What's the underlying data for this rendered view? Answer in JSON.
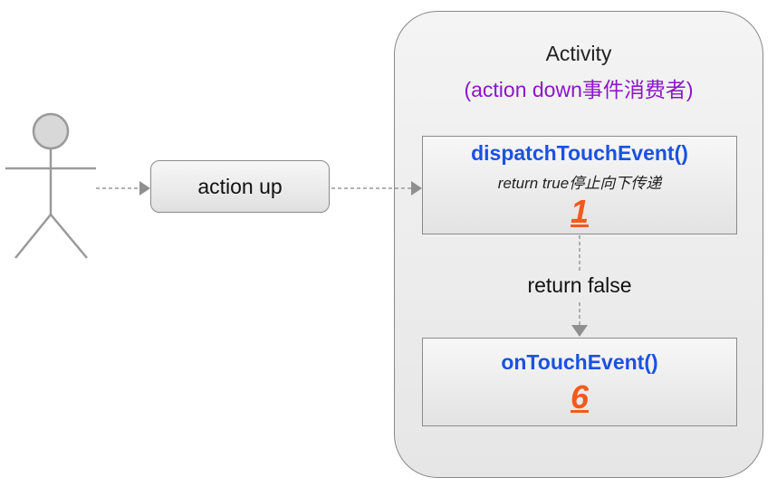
{
  "actor": {
    "label": ""
  },
  "event": {
    "label": "action up"
  },
  "container": {
    "title": "Activity",
    "subtitle": "(action down事件消费者)"
  },
  "methods": [
    {
      "name": "dispatchTouchEvent()",
      "note": "return true停止向下传递",
      "order": "1"
    },
    {
      "name": "onTouchEvent()",
      "note": "",
      "order": "6"
    }
  ],
  "edges": [
    {
      "from": "actor",
      "to": "event",
      "label": ""
    },
    {
      "from": "event",
      "to": "dispatchTouchEvent()",
      "label": ""
    },
    {
      "from": "dispatchTouchEvent()",
      "to": "onTouchEvent()",
      "label": "return false"
    }
  ],
  "colors": {
    "method_name": "#1a52e0",
    "order_number": "#f25a1d",
    "subtitle": "#8b16c9",
    "arrow": "#999999"
  }
}
